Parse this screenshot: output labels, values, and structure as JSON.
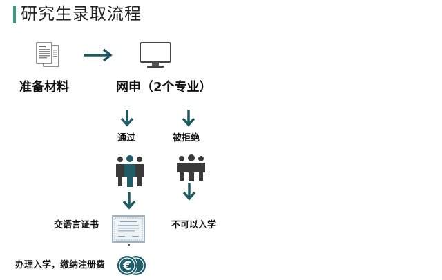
{
  "title": "研究生录取流程",
  "steps": {
    "prepare": "准备材料",
    "apply": "网申（2个专业）",
    "pass": "通过",
    "reject": "被拒绝",
    "certificate": "交语言证书",
    "not_admitted": "不可以入学",
    "enroll": "办理入学，缴纳注册费"
  },
  "colors": {
    "accent_bar": "#3a9b86",
    "arrow": "#1d5a63",
    "people_dark": "#3a3a3a",
    "person_highlight": "#1f5d69",
    "coin": "#1f5d69"
  },
  "icons": {
    "documents": "documents-icon",
    "monitor": "monitor-icon",
    "people_pass": "people-group-icon",
    "people_reject": "people-group-icon",
    "certificate": "certificate-icon",
    "euro_coins": "euro-coins-icon"
  }
}
